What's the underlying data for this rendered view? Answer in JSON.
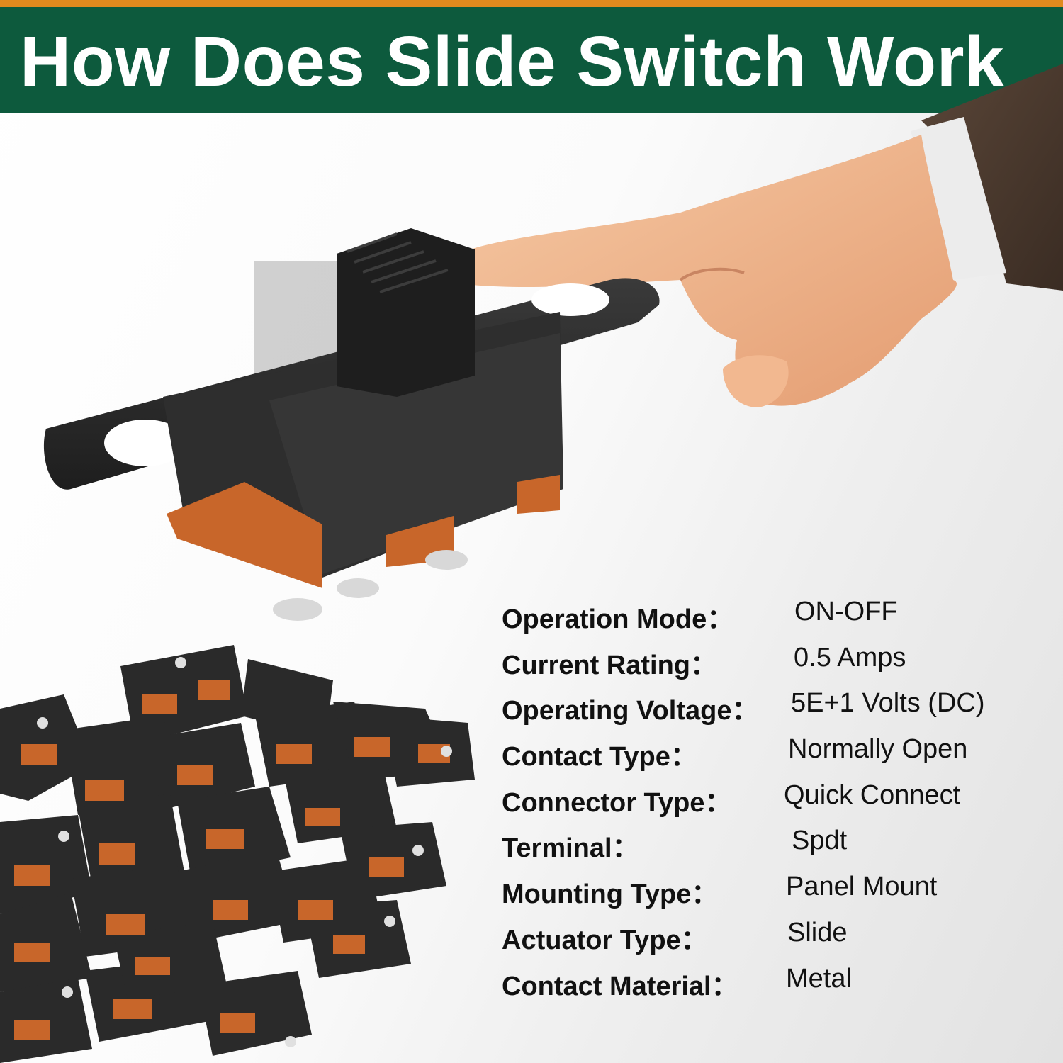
{
  "header": {
    "title": "How Does Slide Switch Work"
  },
  "colors": {
    "accent_strip": "#e08a1e",
    "header_bg": "#0d5a3d",
    "switch_body": "#2b2b2b",
    "switch_base": "#c8662a"
  },
  "specs": [
    {
      "label": "Operation Mode：",
      "value": "ON-OFF"
    },
    {
      "label": "Current Rating：",
      "value": "0.5 Amps"
    },
    {
      "label": "Operating Voltage：",
      "value": "5E+1 Volts (DC)"
    },
    {
      "label": "Contact Type：",
      "value": "Normally Open"
    },
    {
      "label": "Connector Type：",
      "value": "Quick Connect"
    },
    {
      "label": "Terminal：",
      "value": "Spdt"
    },
    {
      "label": "Mounting Type：",
      "value": "Panel Mount"
    },
    {
      "label": "Actuator Type：",
      "value": "Slide"
    },
    {
      "label": "Contact Material：",
      "value": "Metal"
    }
  ]
}
